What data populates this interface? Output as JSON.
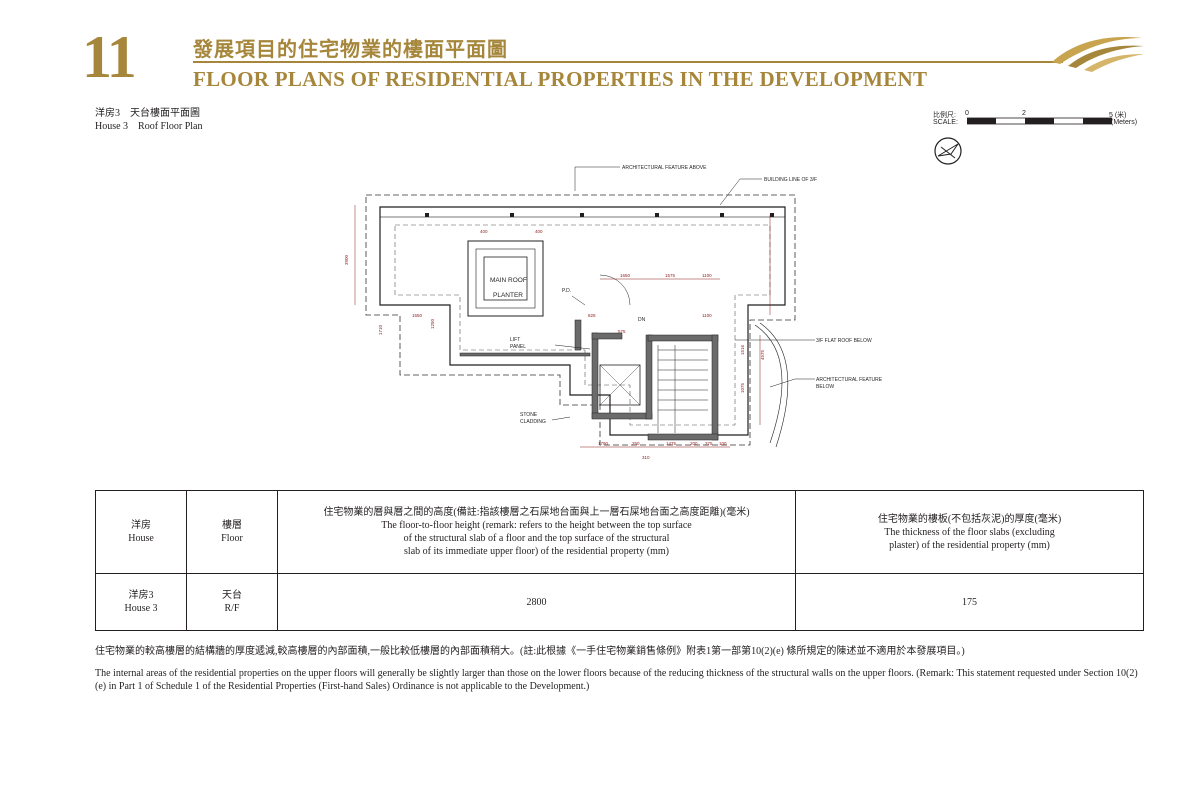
{
  "header": {
    "chapter_number": "11",
    "title_zh": "發展項目的住宅物業的樓面平面圖",
    "title_en": "FLOOR PLANS OF RESIDENTIAL PROPERTIES IN THE DEVELOPMENT",
    "brand_color": "#a6863a"
  },
  "plan_label": {
    "zh": "洋房3　天台樓面平面圖",
    "en": "House 3　Roof Floor Plan"
  },
  "scale_bar": {
    "label_zh": "比例尺:",
    "label_en": "SCALE:",
    "tick_0": "0",
    "tick_2": "2",
    "tick_5": "5 (米)",
    "unit_en": "(Meters)"
  },
  "north_icon": "north-arrow-icon",
  "floor_plan": {
    "labels": {
      "arch_feature_above": "ARCHITECTURAL FEATURE ABOVE",
      "building_line": "BUILDING LINE OF 3/F",
      "planter_line1": "MAIN ROOF",
      "planter_line2": "PLANTER",
      "pd": "P.D.",
      "lift_panel_1": "LIFT",
      "lift_panel_2": "PANEL",
      "stone_1": "STONE",
      "stone_2": "CLADDING",
      "flat_roof": "3/F FLAT ROOF BELOW",
      "arch_below_1": "ARCHITECTURAL FEATURE",
      "arch_below_2": "BELOW",
      "dn": "DN"
    },
    "dims": {
      "d3900": "3900",
      "d1710": "1710",
      "d400a": "400",
      "d400b": "400",
      "d1650": "1650",
      "d1575": "1575",
      "d1100": "1100",
      "d1100b": "1100",
      "d575": "575",
      "d825": "825",
      "d4575": "4575",
      "d1516": "1516",
      "d1075": "1075",
      "d1790": "1790",
      "d250": "250",
      "d1475": "1475",
      "d200": "200",
      "d375": "375",
      "d100": "100",
      "d310": "310",
      "d1550": "1550",
      "d1250": "1250"
    }
  },
  "spec_table": {
    "col_house_zh": "洋房",
    "col_house_en": "House",
    "col_floor_zh": "樓層",
    "col_floor_en": "Floor",
    "col_height_zh": "住宅物業的層與層之間的高度(備註:指該樓層之石屎地台面與上一層石屎地台面之高度距離)(毫米)",
    "col_height_en1": "The floor-to-floor height (remark: refers to the height between the top surface",
    "col_height_en2": "of the structural slab of a floor and the top surface of the structural",
    "col_height_en3": "slab of its immediate upper floor) of the residential property (mm)",
    "col_slab_zh": "住宅物業的樓板(不包括灰泥)的厚度(毫米)",
    "col_slab_en1": "The thickness of the floor slabs (excluding",
    "col_slab_en2": "plaster) of the residential property (mm)",
    "row": {
      "house_zh": "洋房3",
      "house_en": "House 3",
      "floor_zh": "天台",
      "floor_en": "R/F",
      "height": "2800",
      "slab": "175"
    }
  },
  "notes": {
    "zh": "住宅物業的較高樓層的結構牆的厚度遞減,較高樓層的內部面積,一般比較低樓層的內部面積稍大。(註:此根據《一手住宅物業銷售條例》附表1第一部第10(2)(e) 條所規定的陳述並不適用於本發展項目。)",
    "en": "The internal areas of the residential properties on the upper floors will generally be slightly larger than those on the lower floors because of the reducing thickness of the structural walls on the upper floors. (Remark: This statement requested under Section 10(2)(e) in Part 1 of Schedule 1 of the Residential Properties (First-hand Sales) Ordinance is not applicable to the Development.)"
  }
}
